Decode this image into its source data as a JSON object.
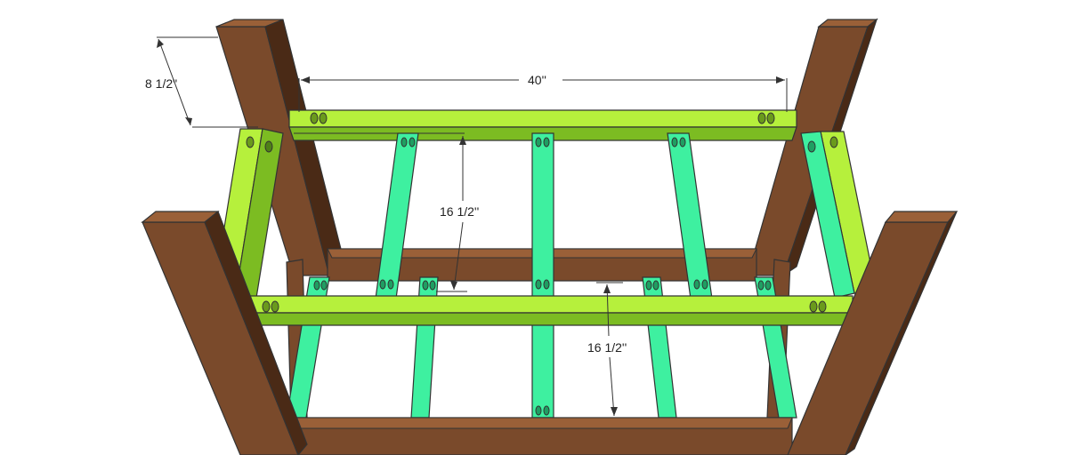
{
  "dimensions": {
    "leg_offset": "8 1/2\"",
    "rail_length": "40''",
    "upper_spacing": "16 1/2''",
    "lower_spacing": "16 1/2''"
  },
  "colors": {
    "wood": "#7a4a2b",
    "wood_dark": "#4a2a16",
    "wood_light": "#9a6038",
    "lime": "#b6f03c",
    "lime_dark": "#6fa820",
    "green": "#3ef0a0",
    "green_dark": "#1f9e62",
    "line": "#333333"
  }
}
